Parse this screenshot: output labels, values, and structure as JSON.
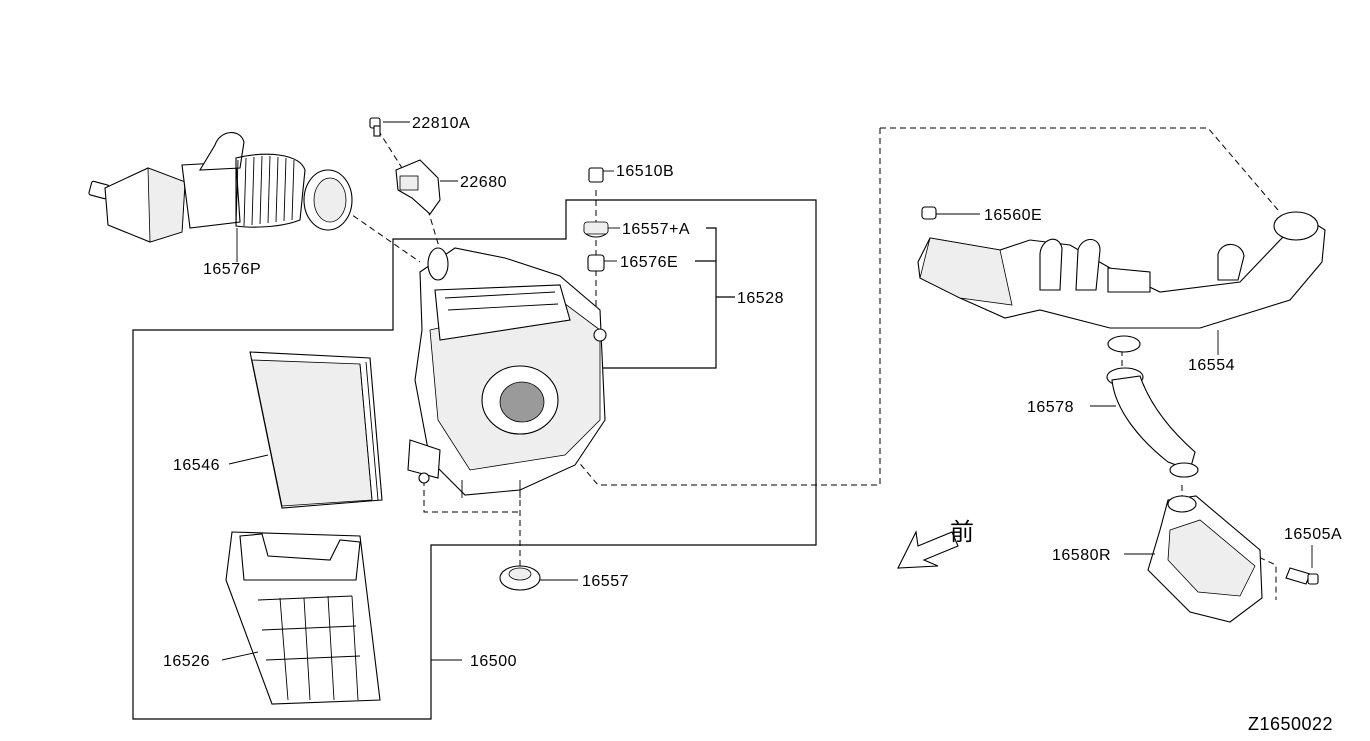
{
  "diagram": {
    "id_code": "Z1650022",
    "front_kanji": "前",
    "labels": {
      "p22810A": "22810A",
      "p22680": "22680",
      "p16510B": "16510B",
      "p16557A": "16557+A",
      "p16576E": "16576E",
      "p16528": "16528",
      "p16576P": "16576P",
      "p16546": "16546",
      "p16526": "16526",
      "p16500": "16500",
      "p16557": "16557",
      "p16560E": "16560E",
      "p16554": "16554",
      "p16578": "16578",
      "p16580R": "16580R",
      "p16505A": "16505A"
    }
  }
}
